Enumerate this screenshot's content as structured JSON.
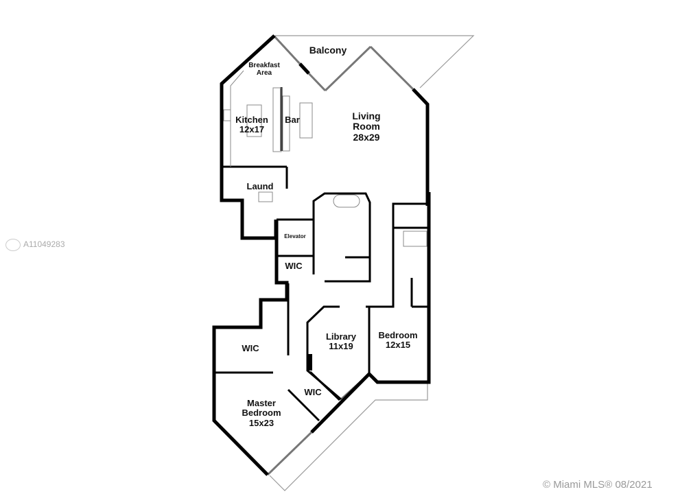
{
  "rooms": {
    "balcony": "Balcony",
    "breakfast_area": [
      "Breakfast",
      "Area"
    ],
    "kitchen": [
      "Kitchen",
      "12x17"
    ],
    "bar": "Bar",
    "living_room": [
      "Living",
      "Room",
      "28x29"
    ],
    "laundry": "Laund",
    "elevator": "Elevator",
    "wic_upper": "WIC",
    "library": [
      "Library",
      "11x19"
    ],
    "bedroom": [
      "Bedroom",
      "12x15"
    ],
    "wic_master": "WIC",
    "wic_small": "WIC",
    "master_bedroom": [
      "Master",
      "Bedroom",
      "15x23"
    ]
  },
  "watermarks": {
    "listing_id": "A11049283",
    "copyright": "© Miami MLS® 08/2021"
  }
}
